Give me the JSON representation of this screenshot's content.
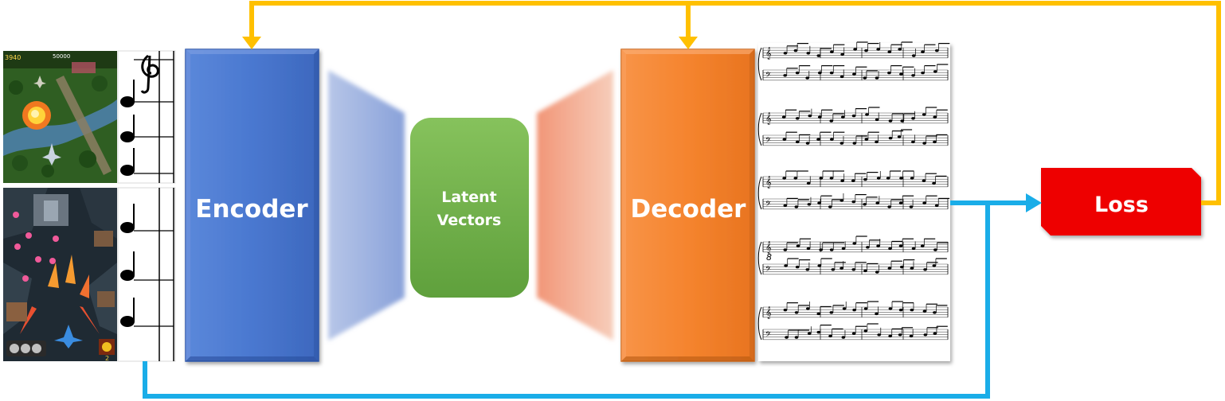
{
  "encoder": {
    "label": "Encoder",
    "color": "#4A78D0"
  },
  "latent": {
    "line1": "Latent",
    "line2": "Vectors",
    "color": "#6FB04A"
  },
  "decoder": {
    "label": "Decoder",
    "color": "#F5842E"
  },
  "loss": {
    "label": "Loss",
    "color": "#EE0000"
  },
  "arrows": {
    "feedback_color": "#FFC000",
    "target_color": "#1AADE8"
  },
  "game_screens": {
    "top": {
      "hud_left": "3940",
      "hud_center": "50000"
    },
    "bottom": {
      "hud_count": "2"
    }
  },
  "sheet_music": {
    "measure_marking": "8"
  }
}
